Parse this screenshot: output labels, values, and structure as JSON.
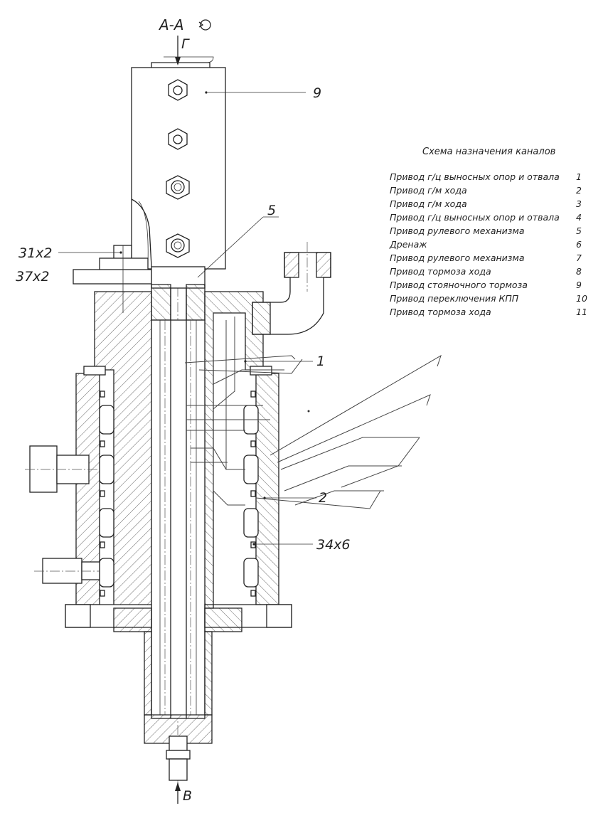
{
  "drawing": {
    "section_title": "А-А",
    "section_arrow_top": "Г",
    "section_arrow_bottom": "В",
    "callouts": [
      {
        "id": "c9",
        "text": "9"
      },
      {
        "id": "c5",
        "text": "5"
      },
      {
        "id": "c1",
        "text": "1"
      },
      {
        "id": "c2",
        "text": "2"
      },
      {
        "id": "c31",
        "text": "31х2"
      },
      {
        "id": "c37",
        "text": "37х2"
      },
      {
        "id": "c34",
        "text": "34х6"
      }
    ]
  },
  "legend": {
    "title": "Схема назначения каналов",
    "rows": [
      {
        "label": "Привод г/ц выносных опор и отвала",
        "num": "1"
      },
      {
        "label": "Привод г/м хода",
        "num": "2"
      },
      {
        "label": "Привод г/м хода",
        "num": "3"
      },
      {
        "label": "Привод г/ц выносных опор и отвала",
        "num": "4"
      },
      {
        "label": "Привод рулевого механизма",
        "num": "5"
      },
      {
        "label": "Дренаж",
        "num": "6"
      },
      {
        "label": "Привод рулевого механизма",
        "num": "7"
      },
      {
        "label": "Привод тормоза хода",
        "num": "8"
      },
      {
        "label": "Привод стояночного тормоза",
        "num": "9"
      },
      {
        "label": "Привод переключения КПП",
        "num": "10"
      },
      {
        "label": "Привод тормоза хода",
        "num": "11"
      }
    ]
  }
}
